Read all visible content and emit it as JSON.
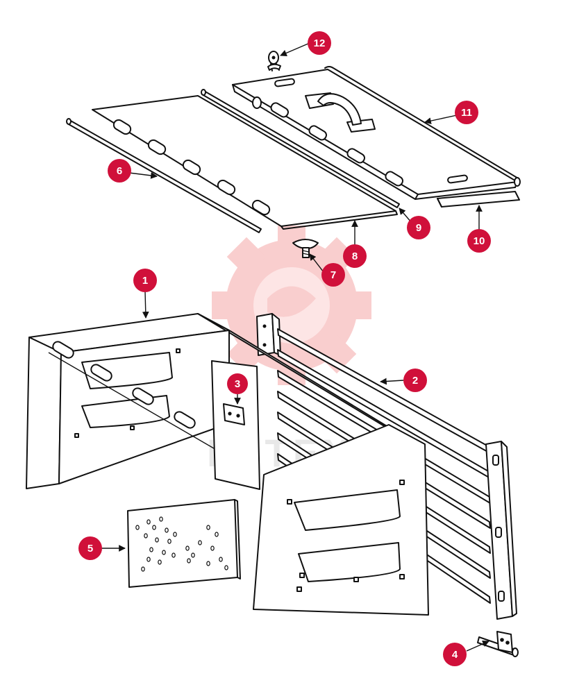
{
  "watermark": {
    "text": "LETEX",
    "color": "#f9c9c9"
  },
  "callout_color": "#d0103a",
  "callouts": [
    {
      "id": "1",
      "label": "1"
    },
    {
      "id": "2",
      "label": "2"
    },
    {
      "id": "3",
      "label": "3"
    },
    {
      "id": "4",
      "label": "4"
    },
    {
      "id": "5",
      "label": "5"
    },
    {
      "id": "6",
      "label": "6"
    },
    {
      "id": "7",
      "label": "7"
    },
    {
      "id": "8",
      "label": "8"
    },
    {
      "id": "9",
      "label": "9"
    },
    {
      "id": "10",
      "label": "10"
    },
    {
      "id": "11",
      "label": "11"
    },
    {
      "id": "12",
      "label": "12"
    }
  ]
}
